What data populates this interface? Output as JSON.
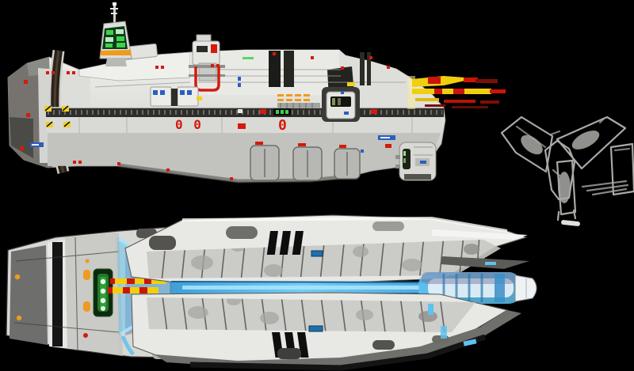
{
  "scene": {
    "kind": "digital concept art sheet",
    "subject": "sci-fi capital ship shown in three views",
    "background": "#000000",
    "views": [
      "side elevation with engine burn",
      "aft cross-section line sketch",
      "plan view with energy channel"
    ]
  },
  "palette": {
    "background": "#000000",
    "hull_white": "#e8e8e5",
    "hull_light": "#cfcfcb",
    "hull_mid": "#9b9b97",
    "hull_dark": "#55534f",
    "hull_shadow": "#2e2d2a",
    "stripe_black": "#121210",
    "accent_red": "#d41a0e",
    "accent_orange": "#f09a1e",
    "accent_yellow": "#f0d020",
    "accent_green": "#3ed24a",
    "green_dark": "#123a12",
    "accent_blue": "#2a5fc0",
    "glow_cyan": "#5fc2ee",
    "cyan_bright": "#a8e4fc",
    "flame_yellow": "#f2cf0e",
    "flame_red": "#cc1408",
    "flame_dark": "#7a1006",
    "violet_tint": "#7d7da6",
    "sketch_gray": "#a9a9a6"
  },
  "side_view": {
    "name": "side elevation",
    "hull_numbers": {
      "pair": "0 0",
      "single": "0"
    },
    "features": [
      "bow armor",
      "racing stripe",
      "bridge tower with green windows",
      "sensor mast",
      "deck turret",
      "red coolant loop",
      "cargo containers",
      "walkway band",
      "black hull stripes",
      "ventral hatches",
      "gun pod",
      "escape pod",
      "engine flame",
      "hazard chevrons",
      "signal lights"
    ]
  },
  "aft_sketch": {
    "name": "aft cross-section sketch",
    "features": [
      "port wing",
      "starboard wing",
      "ventral fin",
      "engine pods",
      "hangar box outline",
      "hatch lines"
    ]
  },
  "top_view": {
    "name": "plan view",
    "features": [
      "wedge bow",
      "port armor panel",
      "green docking bay",
      "thruster streaks",
      "violet inner panel",
      "glow funnel",
      "thruster dots",
      "upper hull boom",
      "lower hull boom",
      "energy channel",
      "engine core cylinder",
      "core cone",
      "identification stripes",
      "blue hatches",
      "stern blades"
    ]
  }
}
